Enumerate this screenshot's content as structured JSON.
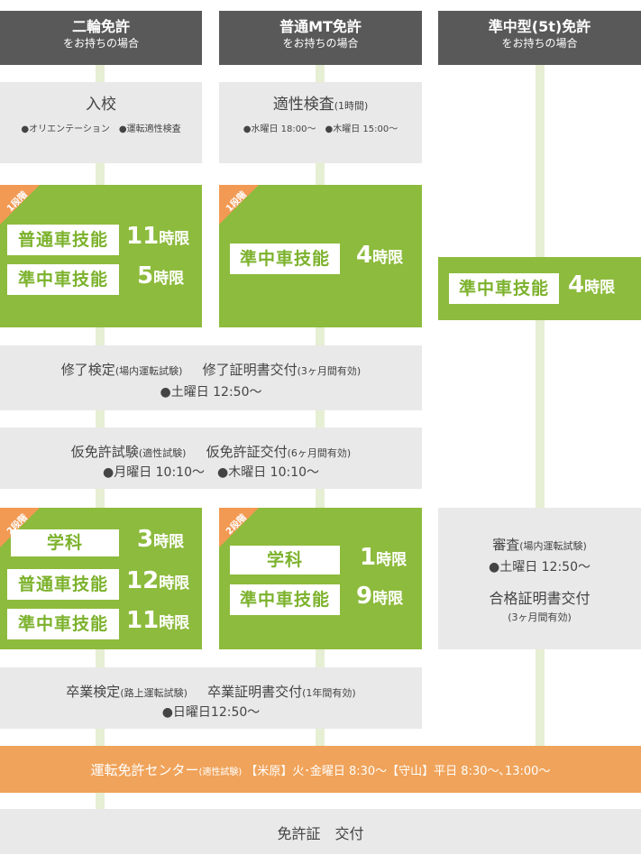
{
  "headers": [
    {
      "title": "二輪免許",
      "sub": "をお持ちの場合"
    },
    {
      "title": "普通MT免許",
      "sub": "をお持ちの場合"
    },
    {
      "title": "準中型(5t)免許",
      "sub": "をお持ちの場合"
    }
  ],
  "admission": {
    "title": "入校",
    "items": "●オリエンテーション　●運転適性検査"
  },
  "aptitude": {
    "title": "適性検査",
    "title_note": "(1時間)",
    "items": "●水曜日 18:00～　●木曜日 15:00～"
  },
  "stage1_label": "1段階",
  "stage2_label": "2段階",
  "col1_stage1": [
    {
      "label": "普通車技能",
      "num": "11",
      "unit": "時限"
    },
    {
      "label": "準中車技能",
      "num": "5",
      "unit": "時限"
    }
  ],
  "col2_stage1": {
    "label": "準中車技能",
    "num": "4",
    "unit": "時限"
  },
  "col3_stage1": {
    "label": "準中車技能",
    "num": "4",
    "unit": "時限"
  },
  "shuryo": {
    "a": "修了検定",
    "a_note": "(場内運転試験)",
    "b": "修了証明書交付",
    "b_note": "(3ヶ月間有効)",
    "schedule": "●土曜日 12:50～"
  },
  "karimenkyo": {
    "a": "仮免許試験",
    "a_note": "(適性試験)",
    "b": "仮免許証交付",
    "b_note": "(6ヶ月間有効)",
    "schedule": "●月曜日 10:10～　●木曜日 10:10～"
  },
  "col1_stage2": [
    {
      "label": "学科",
      "num": "3",
      "unit": "時限"
    },
    {
      "label": "普通車技能",
      "num": "12",
      "unit": "時限"
    },
    {
      "label": "準中車技能",
      "num": "11",
      "unit": "時限"
    }
  ],
  "col2_stage2": [
    {
      "label": "学科",
      "num": "1",
      "unit": "時限"
    },
    {
      "label": "準中車技能",
      "num": "9",
      "unit": "時限"
    }
  ],
  "shinsa": {
    "title": "審査",
    "title_note": "(場内運転試験)",
    "schedule": "●土曜日 12:50～",
    "cert": "合格証明書交付",
    "cert_note": "(3ヶ月間有効)"
  },
  "sotsugyo": {
    "a": "卒業検定",
    "a_note": "(路上運転試験)",
    "b": "卒業証明書交付",
    "b_note": "(1年間有効)",
    "schedule": "●日曜日12:50～"
  },
  "center": {
    "a": "運転免許センター",
    "a_note": "(適性試験)",
    "b": "【米原】火･金曜日 8:30～【守山】平日 8:30～､13:00～"
  },
  "final": "免許証　交付",
  "colors": {
    "green": "#8dbb3d",
    "orange": "#f0a35a",
    "dark": "#595959",
    "gray": "#e9e9e9",
    "line": "#e6efd3"
  }
}
